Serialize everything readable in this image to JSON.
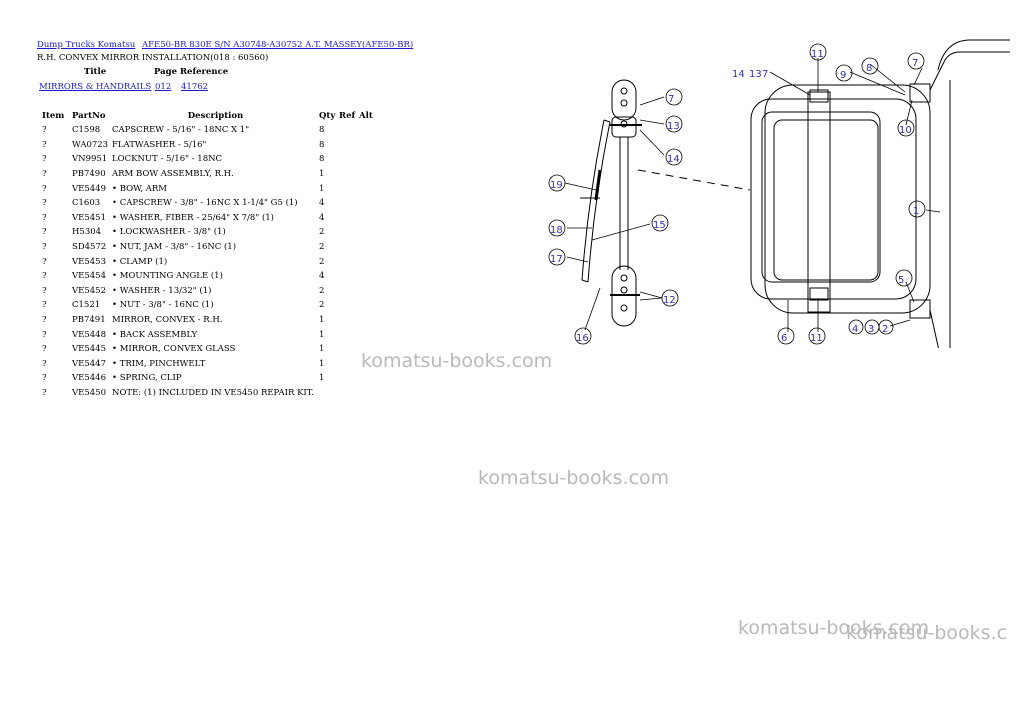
{
  "breadcrumb": {
    "link1": "Dump Trucks Komatsu",
    "link2": "AFE50-BR 830E S/N A30748-A30752 A.T. MASSEY(AFE50-BR)"
  },
  "subtitle": "R.H. CONVEX MIRROR INSTALLATION(018 : 60560)",
  "reference_table": {
    "title_header": "Title",
    "page_ref_header": "Page Reference",
    "title_link": "MIRRORS & HANDRAILS",
    "ref1": "012",
    "ref2": "41762"
  },
  "parts_table": {
    "headers": {
      "item": "Item",
      "partno": "PartNo",
      "description": "Description",
      "qty": "Qty",
      "ref": "Ref",
      "alt": "Alt"
    },
    "rows": [
      {
        "item": "?",
        "partno": "C1598",
        "description": "CAPSCREW - 5/16\" - 18NC X 1\"",
        "qty": "8"
      },
      {
        "item": "?",
        "partno": "WA0723",
        "description": "FLATWASHER - 5/16\"",
        "qty": "8"
      },
      {
        "item": "?",
        "partno": "VN9951",
        "description": "LOCKNUT - 5/16\" - 18NC",
        "qty": "8"
      },
      {
        "item": "?",
        "partno": "PB7490",
        "description": "ARM BOW ASSEMBLY, R.H.",
        "qty": "1"
      },
      {
        "item": "?",
        "partno": "VE5449",
        "description": "• BOW, ARM",
        "qty": "1"
      },
      {
        "item": "?",
        "partno": "C1603",
        "description": "• CAPSCREW - 3/8\" - 16NC X 1-1/4\" G5 (1)",
        "qty": "4"
      },
      {
        "item": "?",
        "partno": "VE5451",
        "description": "• WASHER, FIBER - 25/64\" X 7/8\" (1)",
        "qty": "4"
      },
      {
        "item": "?",
        "partno": "H5304",
        "description": "• LOCKWASHER - 3/8\" (1)",
        "qty": "2"
      },
      {
        "item": "?",
        "partno": "SD4572",
        "description": "• NUT, JAM - 3/8\" - 16NC (1)",
        "qty": "2"
      },
      {
        "item": "?",
        "partno": "VE5453",
        "description": "• CLAMP (1)",
        "qty": "2"
      },
      {
        "item": "?",
        "partno": "VE5454",
        "description": "• MOUNTING ANGLE (1)",
        "qty": "4"
      },
      {
        "item": "?",
        "partno": "VE5452",
        "description": "• WASHER - 13/32\" (1)",
        "qty": "2"
      },
      {
        "item": "?",
        "partno": "C1521",
        "description": "• NUT - 3/8\" - 16NC (1)",
        "qty": "2"
      },
      {
        "item": "?",
        "partno": "PB7491",
        "description": "MIRROR, CONVEX - R.H.",
        "qty": "1"
      },
      {
        "item": "?",
        "partno": "VE5448",
        "description": "• BACK ASSEMBLY",
        "qty": "1"
      },
      {
        "item": "?",
        "partno": "VE5445",
        "description": "• MIRROR, CONVEX GLASS",
        "qty": "1"
      },
      {
        "item": "?",
        "partno": "VE5447",
        "description": "• TRIM, PINCHWELT",
        "qty": "1"
      },
      {
        "item": "?",
        "partno": "VE5446",
        "description": "• SPRING, CLIP",
        "qty": "1"
      },
      {
        "item": "?",
        "partno": "VE5450",
        "description": "NOTE: (1) INCLUDED IN VE5450 REPAIR KIT.",
        "qty": ""
      }
    ]
  },
  "watermarks": {
    "wm1": "komatsu-books.com",
    "wm2": "komatsu-books.com",
    "wm3": "komatsu-books.com",
    "wm4": "komatsu-books.c"
  },
  "diagram": {
    "callouts": {
      "c7a": "7",
      "c13a": "13",
      "c14a": "14",
      "c19": "19",
      "c15": "15",
      "c18": "18",
      "c17": "17",
      "c12": "12",
      "c16": "16",
      "c11a": "11",
      "c14b": "14",
      "c13b": "13",
      "c7b": "7",
      "c9a": "9",
      "c8a": "8",
      "c7c": "7",
      "c10": "10",
      "c1": "1",
      "c5": "5",
      "c6": "6",
      "c11b": "11",
      "c4": "4",
      "c3": "3",
      "c2": "2"
    }
  }
}
